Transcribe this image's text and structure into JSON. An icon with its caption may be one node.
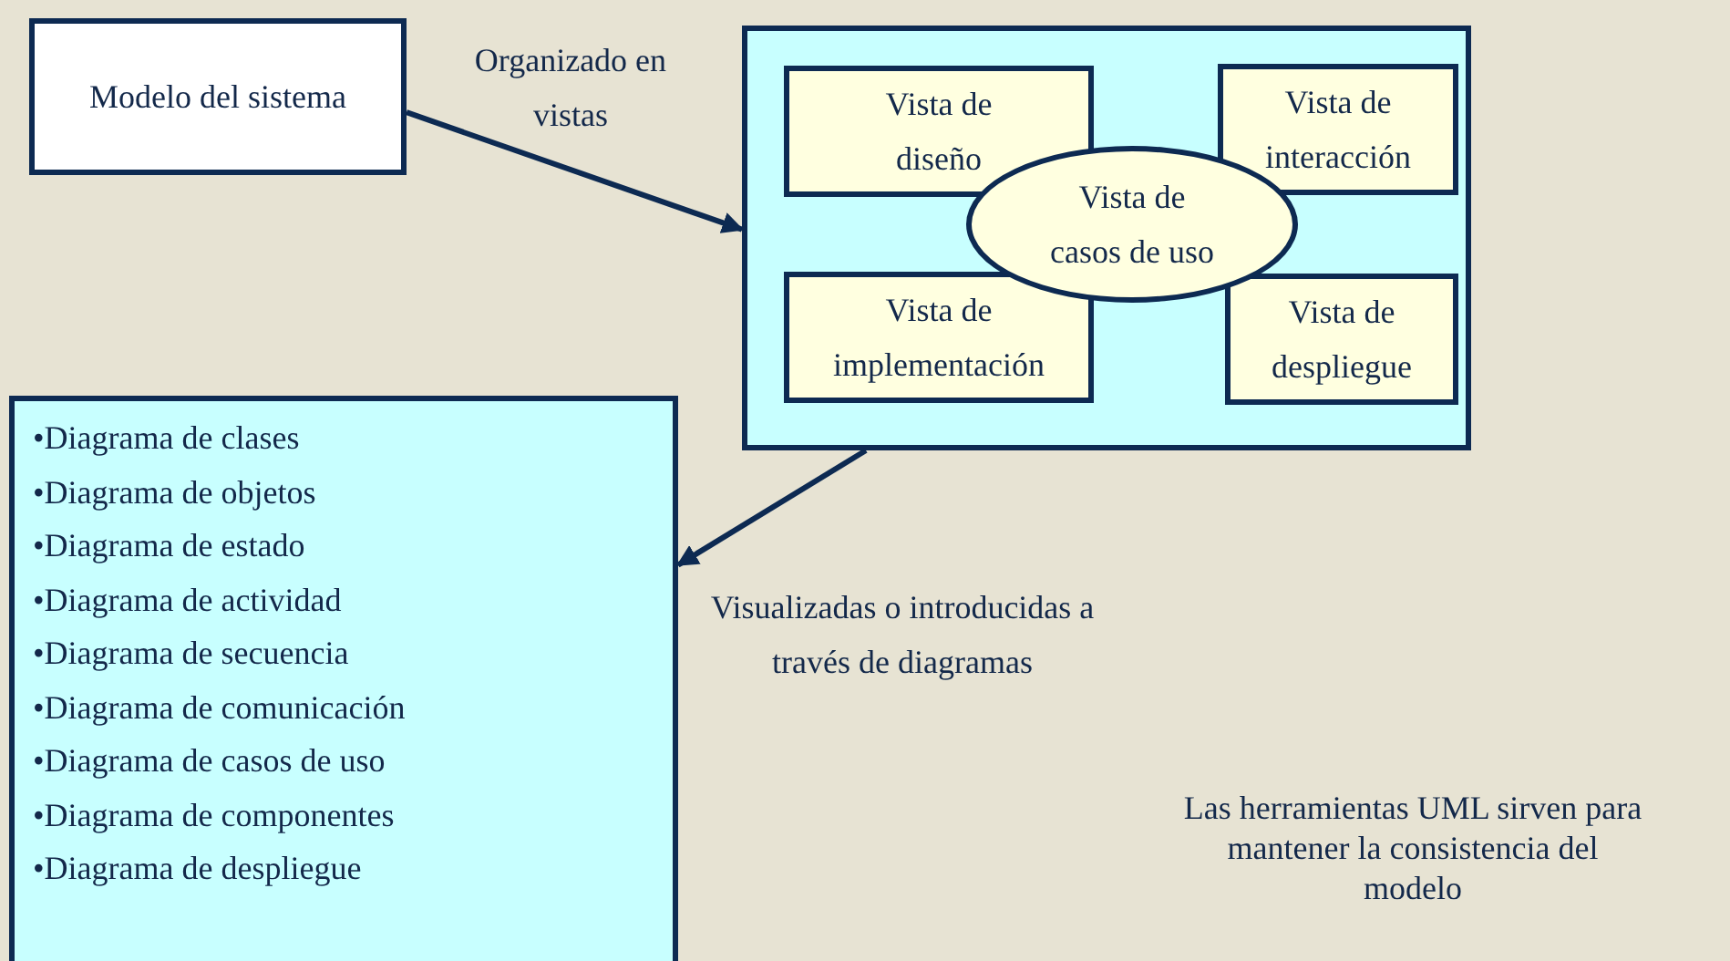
{
  "diagram": {
    "nodes": [
      {
        "text": [
          "Modelo del sistema"
        ]
      },
      {
        "text": [],
        "shape": "box"
      },
      {
        "text": [
          "Vista de diseño"
        ],
        "in": 1
      },
      {
        "text": [
          "Vista de interacción"
        ],
        "in": 1
      },
      {
        "text": [
          "Vista de casos de uso"
        ],
        "in": 1
      },
      {
        "text": [
          "Vista de implementación"
        ],
        "in": 1
      },
      {
        "text": [
          "Vista de despliegue"
        ],
        "in": 1
      },
      {
        "text": [
          "•Diagrama de clases",
          "•Diagrama de objetos",
          "•Diagrama de estado",
          "•Diagrama de actividad",
          "•Diagrama de secuencia",
          "•Diagrama de comunicación",
          "•Diagrama de casos de uso",
          "•Diagrama de componentes",
          "•Diagrama de despliegue"
        ]
      }
    ],
    "edges": [
      {
        "from": 0,
        "to": 1,
        "arrow": "to",
        "label": "Organizado en vistas"
      },
      {
        "from": 1,
        "to": 7,
        "arrow": "to",
        "label": "Visualizadas o introducidas a través de diagramas"
      }
    ],
    "labels": [
      "Las herramientas UML sirven para mantener la consistencia del modelo"
    ]
  }
}
